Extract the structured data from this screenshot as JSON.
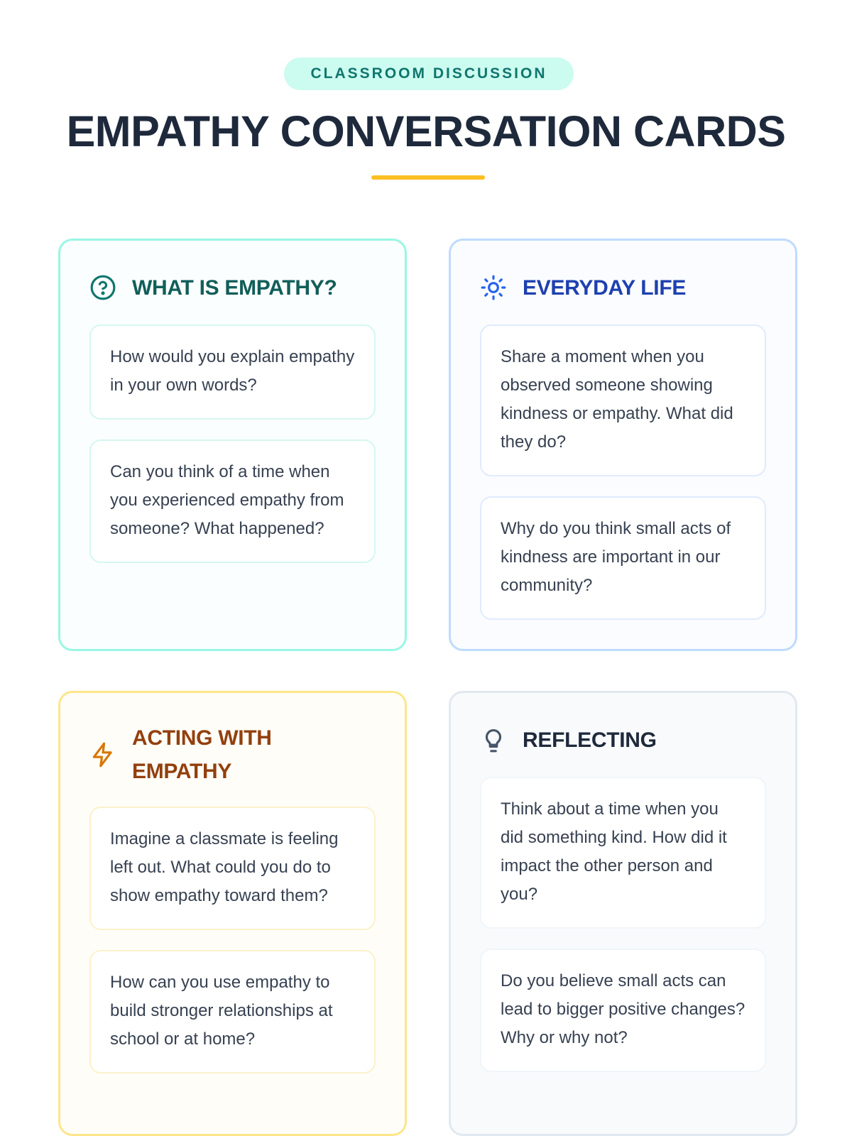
{
  "badge": "CLASSROOM DISCUSSION",
  "title": "EMPATHY CONVERSATION CARDS",
  "cards": [
    {
      "icon": "question-circle-icon",
      "title": "WHAT IS EMPATHY?",
      "questions": [
        "How would you explain empathy in your own words?",
        "Can you think of a time when you experienced empathy from someone? What happened?"
      ]
    },
    {
      "icon": "sun-icon",
      "title": "EVERYDAY LIFE",
      "questions": [
        "Share a moment when you observed someone showing kindness or empathy. What did they do?",
        "Why do you think small acts of kindness are important in our community?"
      ]
    },
    {
      "icon": "lightning-icon",
      "title": "ACTING WITH EMPATHY",
      "questions": [
        "Imagine a classmate is feeling left out. What could you do to show empathy toward them?",
        "How can you use empathy to build stronger relationships at school or at home?"
      ]
    },
    {
      "icon": "lightbulb-icon",
      "title": "REFLECTING",
      "questions": [
        "Think about a time when you did something kind. How did it impact the other person and you?",
        "Do you believe small acts can lead to bigger positive changes? Why or why not?"
      ]
    }
  ],
  "colors": {
    "accent_underline": "#fbbf24",
    "badge_bg": "#ccfbef",
    "teal": "#0f766e",
    "blue": "#1e40af",
    "amber": "#92400e"
  }
}
